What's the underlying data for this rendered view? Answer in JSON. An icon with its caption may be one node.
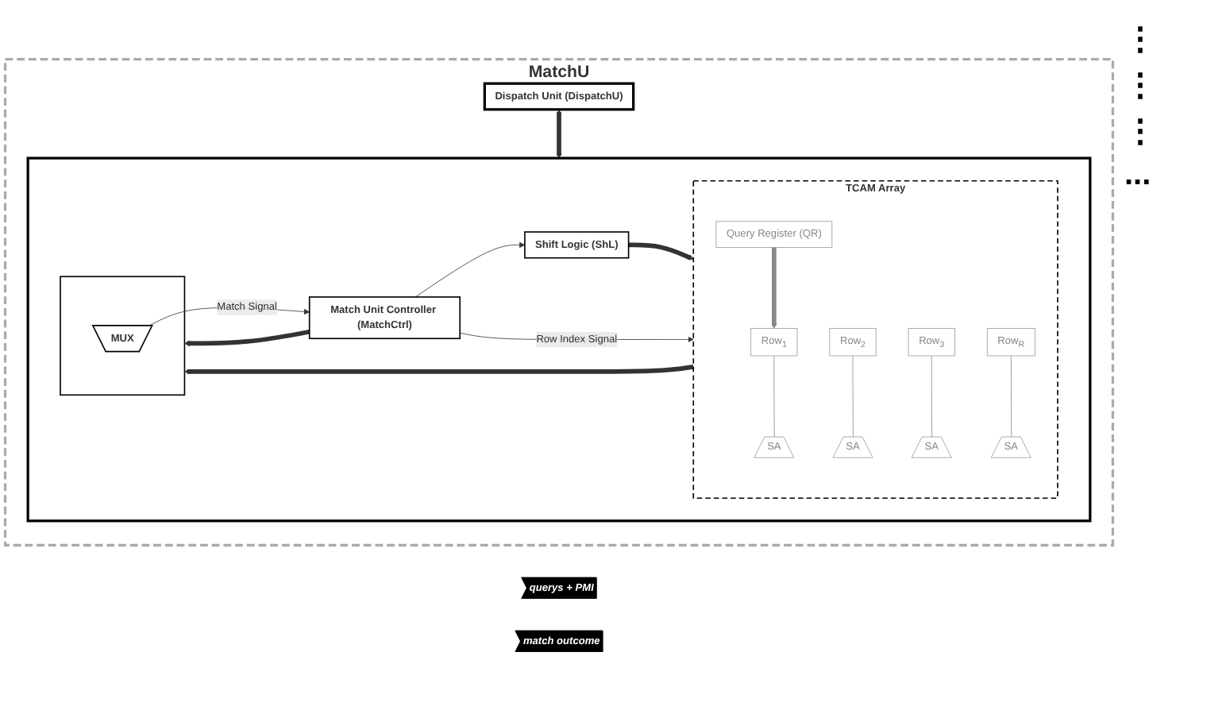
{
  "diagram": {
    "nodes": [
      {
        "text": [
          "MatchU"
        ]
      },
      {
        "text": [
          "querys + PMI"
        ]
      },
      {
        "text": [
          "match outcome"
        ]
      },
      {
        "text": [
          "Dispatch Unit (DispatchU)"
        ],
        "in": 0
      },
      {
        "text": [],
        "shape": "box",
        "in": 0
      },
      {
        "text": [
          "Shift Logic (ShL)"
        ],
        "in": 4
      },
      {
        "text": [
          "Match Unit Controller (MatchCtrl)"
        ],
        "in": 4
      },
      {
        "text": [
          "TCAM Array"
        ],
        "in": 4
      },
      {
        "text": [
          "Query Register (QR)"
        ],
        "in": 7
      },
      {
        "text": [
          "Row$_{1}$"
        ],
        "in": 7
      },
      {
        "text": [
          "Row$_{2}$"
        ],
        "in": 7
      },
      {
        "text": [
          "Row$_{3}$"
        ],
        "in": 7
      },
      {
        "text": [
          "Row$_{R}$"
        ],
        "in": 7
      },
      {
        "text": [
          "SA"
        ],
        "in": 7
      },
      {
        "text": [
          "SA"
        ],
        "in": 7
      },
      {
        "text": [
          "SA"
        ],
        "in": 7
      },
      {
        "text": [
          "SA"
        ],
        "in": 7
      },
      {
        "text": [],
        "shape": "box",
        "in": 4
      },
      {
        "text": [
          "MUX"
        ],
        "in": 17
      }
    ],
    "edges": [
      {
        "from": 3,
        "to": 4,
        "arrow": "both",
        "style": "thick"
      },
      {
        "from": 6,
        "to": 5,
        "arrow": "to"
      },
      {
        "from": 5,
        "to": 7,
        "arrow": "to",
        "style": "thick"
      },
      {
        "from": 6,
        "to": 7,
        "arrow": "to",
        "label": "Row Index Signal"
      },
      {
        "from": 6,
        "to": 17,
        "arrow": "to",
        "style": "thick"
      },
      {
        "from": 8,
        "to": 9,
        "arrow": "to",
        "style": "thick",
        "color": "#888888"
      },
      {
        "from": 9,
        "to": 13,
        "arrow": "none",
        "color": "#888888"
      },
      {
        "from": 10,
        "to": 14,
        "arrow": "none",
        "color": "#888888"
      },
      {
        "from": 11,
        "to": 15,
        "arrow": "none",
        "color": "#888888"
      },
      {
        "from": 12,
        "to": 16,
        "arrow": "none",
        "color": "#888888"
      },
      {
        "from": 7,
        "to": 17,
        "arrow": "to",
        "style": "thick"
      },
      {
        "from": 18,
        "to": 6,
        "arrow": "to",
        "label": "Match Signal"
      }
    ],
    "labels": [
      "⋮",
      "⋮",
      "⋮",
      "..."
    ]
  }
}
